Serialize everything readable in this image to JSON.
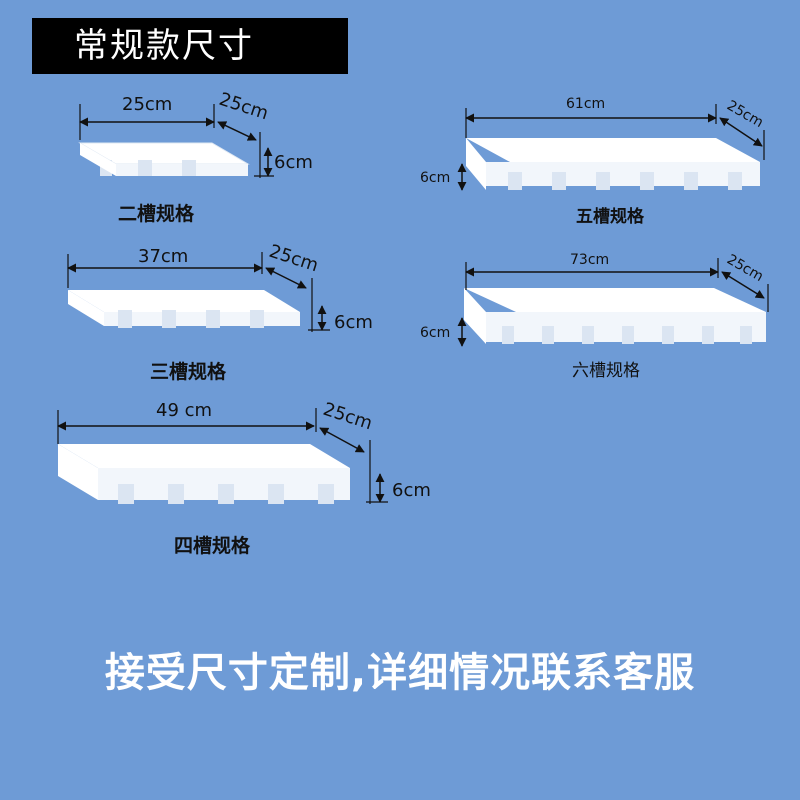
{
  "header": {
    "title": "常规款尺寸"
  },
  "racks": [
    {
      "slots": 2,
      "length": "25cm",
      "depth": "25cm",
      "height": "6cm",
      "caption": "二槽规格"
    },
    {
      "slots": 3,
      "length": "37cm",
      "depth": "25cm",
      "height": "6cm",
      "caption": "三槽规格"
    },
    {
      "slots": 4,
      "length": "49 cm",
      "depth": "25cm",
      "height": "6cm",
      "caption": "四槽规格"
    },
    {
      "slots": 5,
      "length": "61cm",
      "depth": "25cm",
      "height": "6cm",
      "caption": "五槽规格"
    },
    {
      "slots": 6,
      "length": "73cm",
      "depth": "25cm",
      "height": "6cm",
      "caption": "六槽规格"
    }
  ],
  "footer": {
    "note": "接受尺寸定制,详细情况联系客服"
  },
  "colors": {
    "background": "#6e9bd6",
    "rack": "#ffffff",
    "title_bg": "#000000"
  }
}
